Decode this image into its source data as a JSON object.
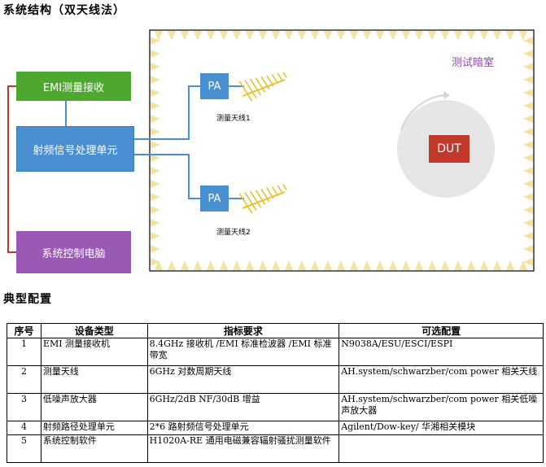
{
  "title": "系统结构（双天线法）",
  "diagram": {
    "emi_box": "EMI测量接收",
    "rf_box": "射频信号处理单元",
    "pc_box": "系统控制电脑",
    "pa1": "PA",
    "pa2": "PA",
    "ant1_label": "测量天线1",
    "ant2_label": "测量天线2",
    "chamber_label": "测试暗室",
    "dut": "DUT",
    "colors": {
      "green": "#4ea72e",
      "blue": "#4a90d0",
      "purple": "#9b59b6",
      "red": "#c0392b",
      "chamber_label": "#8e44ad",
      "absorber": "#f4e3a1",
      "antenna": "#e6c229"
    }
  },
  "table_title": "典型配置",
  "table": {
    "headers": [
      "序号",
      "设备类型",
      "指标要求",
      "可选配置"
    ],
    "rows": [
      [
        "1",
        "EMI 测量接收机",
        "8.4GHz 接收机 /EMI 标准检波器 /EMI 标准带宽",
        "N9038A/ESU/ESCI/ESPI"
      ],
      [
        "2",
        "测量天线",
        "6GHz 对数周期天线",
        "AH.system/schwarzber/com power 相关天线"
      ],
      [
        "3",
        "低噪声放大器",
        "6GHz/2dB NF/30dB 增益",
        "AH.system/schwarzber/com power 相关低噪声放大器"
      ],
      [
        "4",
        "射频路径处理单元",
        "2*6 路射频信号处理单元",
        "Agilent/Dow-key/ 华湘相关模块"
      ],
      [
        "5",
        "系统控制软件",
        "H1020A-RE  通用电磁兼容辐射骚扰测量软件",
        ""
      ]
    ]
  }
}
